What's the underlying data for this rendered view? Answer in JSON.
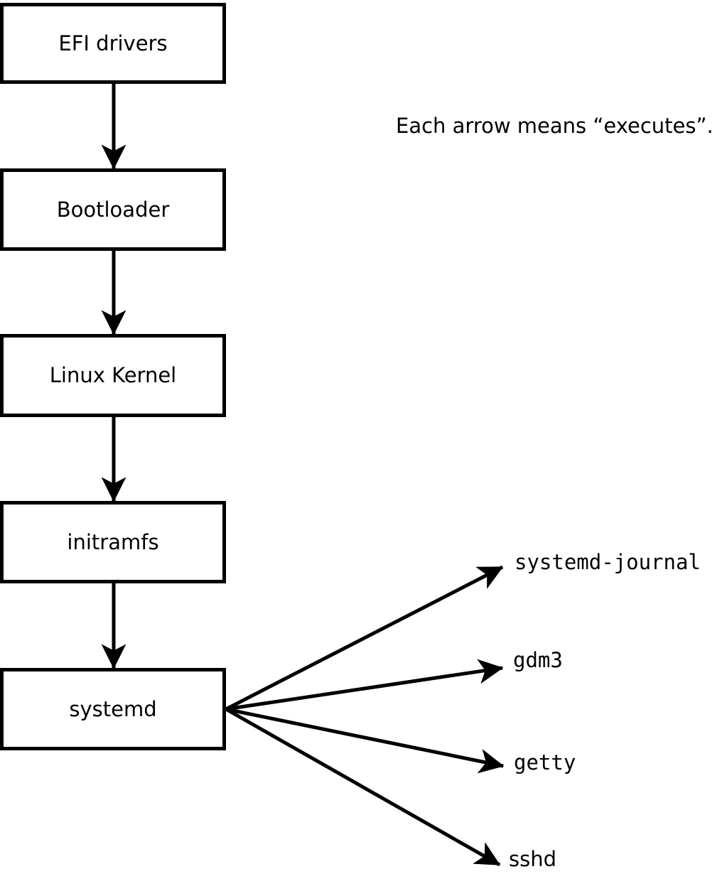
{
  "note": {
    "text": "Each arrow means “executes”."
  },
  "chain": [
    {
      "label": "EFI drivers"
    },
    {
      "label": "Bootloader"
    },
    {
      "label": "Linux Kernel"
    },
    {
      "label": "initramfs"
    },
    {
      "label": "systemd"
    }
  ],
  "targets": [
    {
      "label": "systemd-journal"
    },
    {
      "label": "gdm3"
    },
    {
      "label": "getty"
    },
    {
      "label": "sshd"
    }
  ],
  "arrow_meaning": "executes",
  "colors": {
    "line": "#000000",
    "box_fill": "#ffffff",
    "background": "#ffffff",
    "text": "#000000"
  }
}
